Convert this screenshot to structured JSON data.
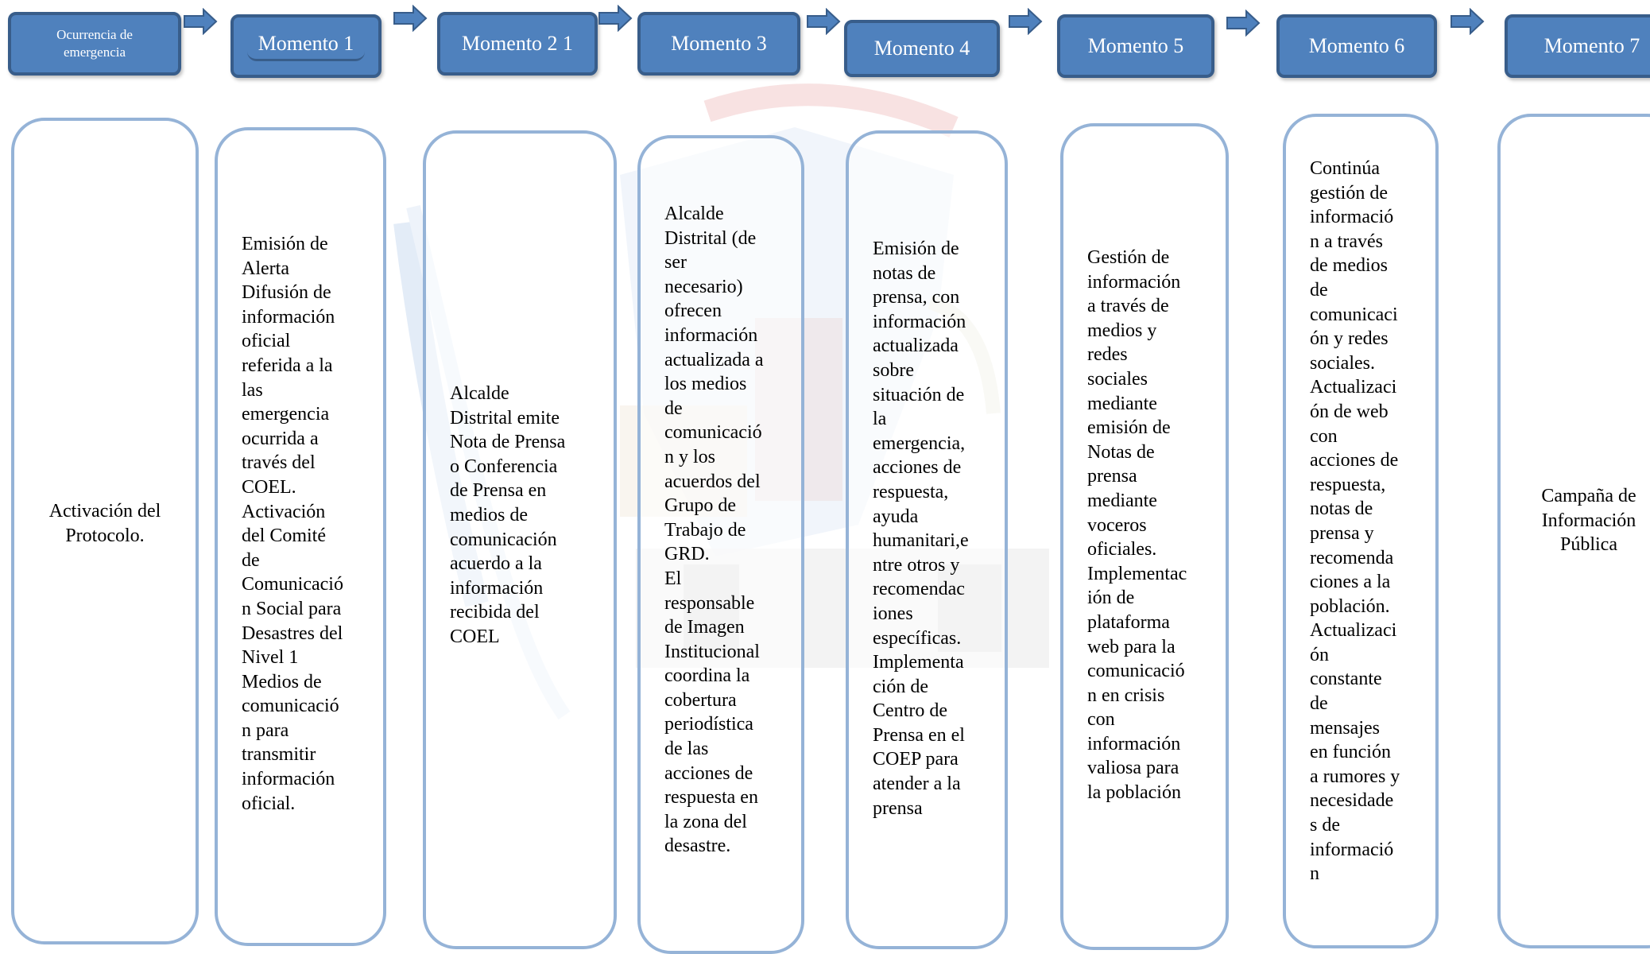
{
  "steps": [
    {
      "label": "Ocurrencia de\nemergencia",
      "text": "Activación del\nProtocolo."
    },
    {
      "label": "Momento 1",
      "text": "Emisión de\nAlerta\nDifusión de\ninformación\noficial\nreferida a la\nlas\nemergencia\nocurrida a\ntravés del\nCOEL.\n Activación\ndel Comité\nde\nComunicació\nn Social para\nDesastres del\nNivel 1\nMedios de\ncomunicació\nn para\ntransmitir\ninformación\noficial."
    },
    {
      "label": "Momento 2 1",
      "text": "Alcalde\nDistrital emite\nNota de Prensa\no Conferencia\nde Prensa en\nmedios de\ncomunicación\nacuerdo a la\ninformación\nrecibida del\nCOEL"
    },
    {
      "label": "Momento 3",
      "text": "Alcalde\nDistrital (de\nser\nnecesario)\nofrecen\ninformación\nactualizada a\nlos medios\nde\ncomunicació\nn y los\nacuerdos del\nGrupo de\nTrabajo de\nGRD.\nEl\nresponsable\nde Imagen\nInstitucional\ncoordina la\ncobertura\nperiodística\nde las\nacciones de\nrespuesta en\nla zona del\ndesastre."
    },
    {
      "label": "Momento 4",
      "text": "Emisión de\nnotas de\nprensa, con\ninformación\nactualizada\nsobre\nsituación de\nla\nemergencia,\nacciones de\nrespuesta,\nayuda\nhumanitari,e\nntre otros y\nrecomendac\niones\nespecíficas.\nImplementa\nción de\nCentro de\nPrensa en el\nCOEP para\natender a la\nprensa"
    },
    {
      "label": "Momento 5",
      "text": "Gestión de\ninformación\na través de\nmedios y\nredes\nsociales\nmediante\nemisión de\nNotas de\nprensa\nmediante\nvoceros\noficiales.\nImplementac\nión de\nplataforma\nweb para la\ncomunicació\nn en crisis\ncon\ninformación\nvaliosa para\nla población"
    },
    {
      "label": "Momento 6",
      "text": "Continúa\ngestión de\ninformació\nn a través\nde medios\nde\ncomunicaci\nón y redes\nsociales.\nActualizaci\nón de web\ncon\nacciones de\nrespuesta,\nnotas de\nprensa y\nrecomenda\nciones a la\npoblación.\nActualizaci\nón\nconstante\nde\nmensajes\nen función\na rumores y\nnecesidade\ns de\ninformació\nn"
    },
    {
      "label": "Momento 7",
      "text": "Campaña de\nInformación\nPública"
    }
  ],
  "colors": {
    "header_fill": "#4f81bd",
    "header_border": "#385d8a",
    "card_border": "#95b3d7",
    "arrow": "#4f81bd"
  },
  "icons": {
    "arrow": "right-arrow-icon",
    "watermark": "municipal-seal-watermark"
  }
}
